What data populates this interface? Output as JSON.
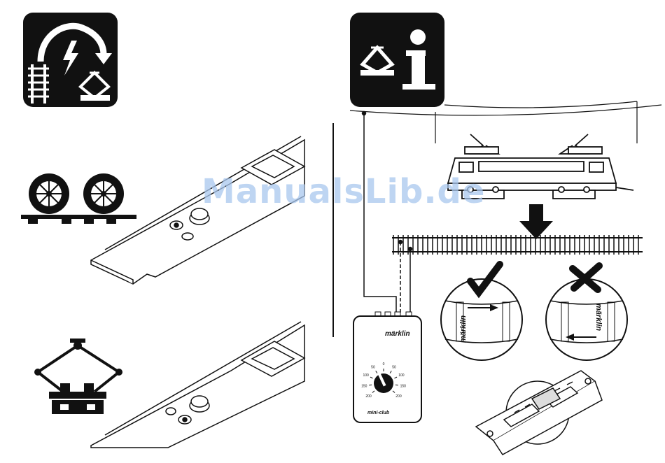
{
  "watermark": "ManualsLib.de",
  "controller": {
    "brand": "märklin",
    "model": "mini-club",
    "dial_marks": [
      "0",
      "50",
      "100",
      "150",
      "200",
      "50",
      "100",
      "150",
      "200"
    ]
  },
  "colors": {
    "ink": "#111111",
    "watermark": "#a9c7ee",
    "background": "#ffffff"
  },
  "icons": {
    "power_switch": "track-lightning-pantograph-icon",
    "info": "pantograph-info-icon",
    "wheels": "wheels-on-track-icon",
    "pantograph": "pantograph-icon",
    "correct": "check-mark-icon",
    "wrong": "cross-mark-icon",
    "direction": "arrow-icon"
  }
}
